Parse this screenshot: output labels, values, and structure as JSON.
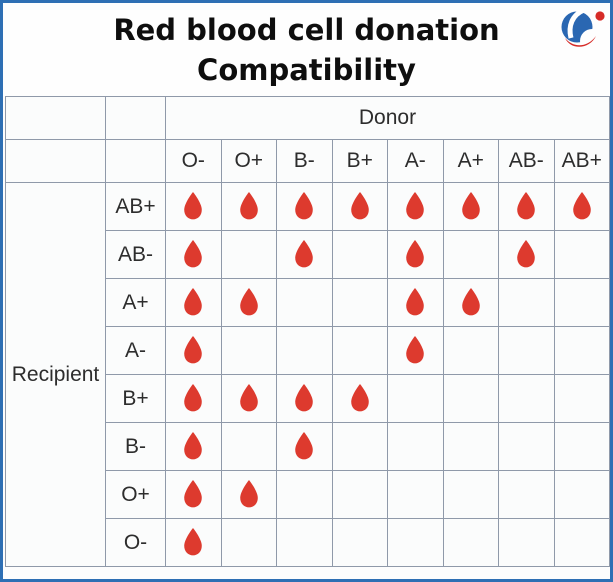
{
  "header": {
    "title_line1": "Red blood cell donation",
    "title_line2": "Compatibility",
    "logo_icon": "brand-logo-icon"
  },
  "table": {
    "donor_header": "Donor",
    "recipient_header": "Recipient",
    "drop_icon_meaning": "compatible"
  },
  "chart_data": {
    "type": "table",
    "title": "Red blood cell donation Compatibility",
    "columns_axis_label": "Donor",
    "rows_axis_label": "Recipient",
    "columns": [
      "O-",
      "O+",
      "B-",
      "B+",
      "A-",
      "A+",
      "AB-",
      "AB+"
    ],
    "rows": [
      "AB+",
      "AB-",
      "A+",
      "A-",
      "B+",
      "B-",
      "O+",
      "O-"
    ],
    "matrix": [
      [
        1,
        1,
        1,
        1,
        1,
        1,
        1,
        1
      ],
      [
        1,
        0,
        1,
        0,
        1,
        0,
        1,
        0
      ],
      [
        1,
        1,
        0,
        0,
        1,
        1,
        0,
        0
      ],
      [
        1,
        0,
        0,
        0,
        1,
        0,
        0,
        0
      ],
      [
        1,
        1,
        1,
        1,
        0,
        0,
        0,
        0
      ],
      [
        1,
        0,
        1,
        0,
        0,
        0,
        0,
        0
      ],
      [
        1,
        1,
        0,
        0,
        0,
        0,
        0,
        0
      ],
      [
        1,
        0,
        0,
        0,
        0,
        0,
        0,
        0
      ]
    ],
    "cell_true_marker": "blood-drop-icon",
    "cell_false_marker": "empty"
  },
  "colors": {
    "drop_red": "#dd3a2e",
    "logo_red": "#d62b27",
    "logo_blue": "#2a67b2",
    "frame_border_blue": "#2e6fb4",
    "grid_line": "#8f99a9",
    "title_text": "#0e0e0e"
  }
}
